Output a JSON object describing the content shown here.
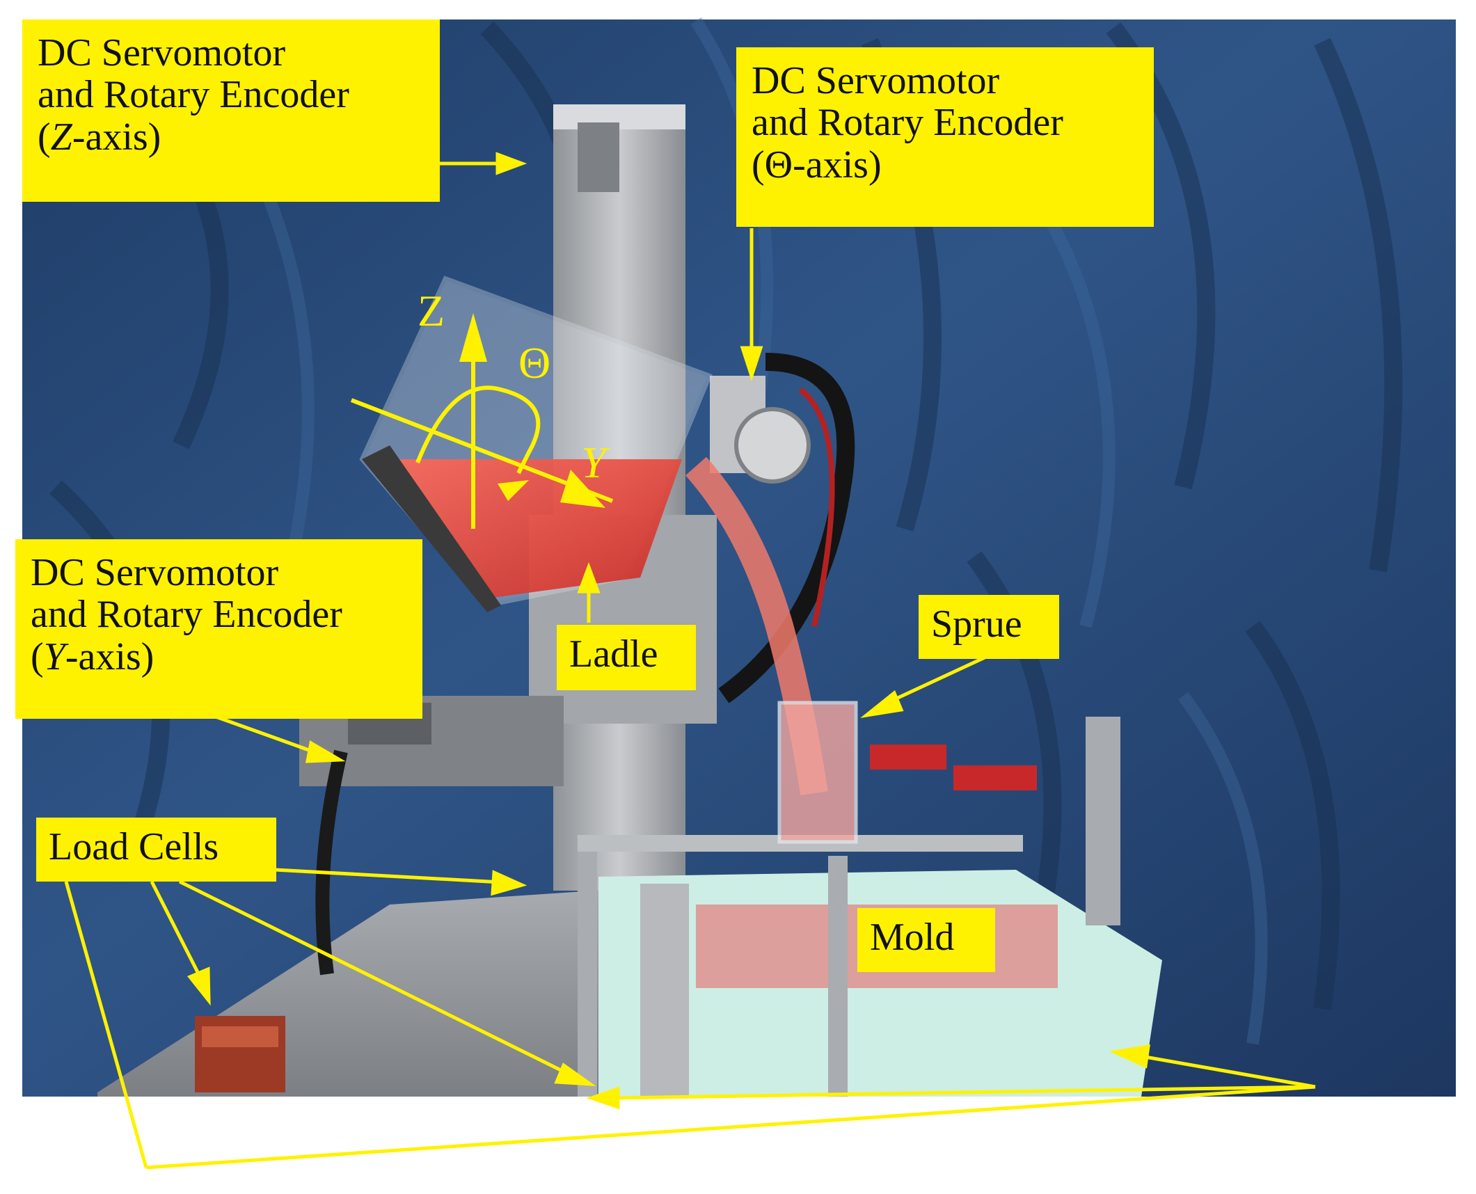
{
  "labels": {
    "z_motor": {
      "line1": "DC Servomotor",
      "line2": "and Rotary Encoder",
      "axis_open": "(",
      "axis_letter": "Z",
      "axis_close": "-axis)"
    },
    "theta_motor": {
      "line1": "DC Servomotor",
      "line2": "and Rotary Encoder",
      "axis_text": "(Θ-axis)"
    },
    "y_motor": {
      "line1": "DC Servomotor",
      "line2": "and Rotary Encoder",
      "axis_open": "(",
      "axis_letter": "Y",
      "axis_close": "-axis)"
    },
    "ladle": "Ladle",
    "sprue": "Sprue",
    "load_cells": "Load Cells",
    "mold": "Mold"
  },
  "axes": {
    "z": "Z",
    "theta": "Θ",
    "y": "Y"
  },
  "colors": {
    "annotation": "#fff200",
    "backdrop": "#2a4a7a",
    "liquid": "#e8443a",
    "mold_tray": "#bfe8dc"
  }
}
